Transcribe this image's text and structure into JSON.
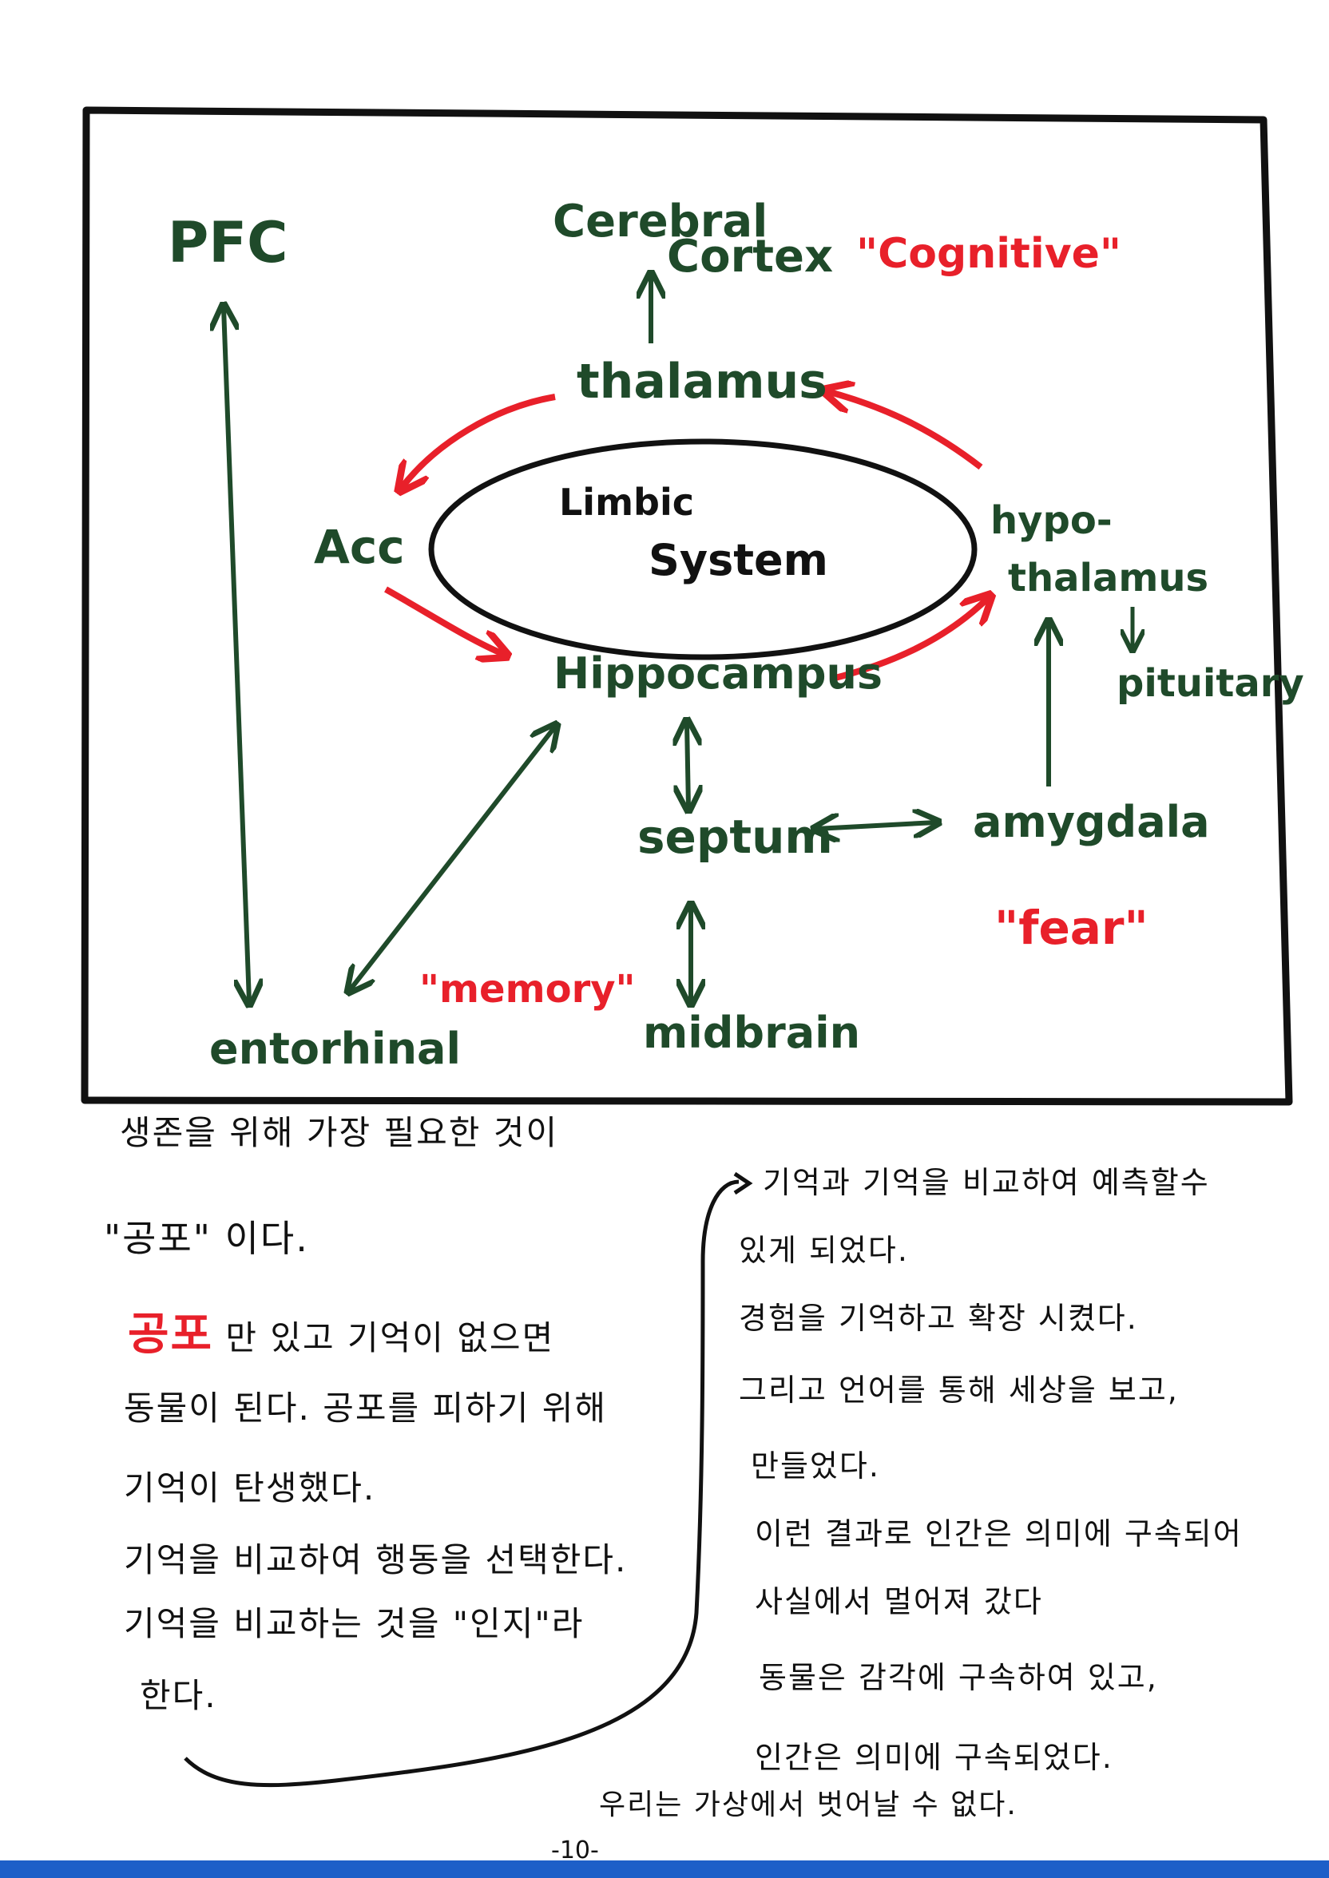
{
  "diagram": {
    "nodes": {
      "pfc": "PFC",
      "cerebral": "Cerebral",
      "cortex": "Cortex",
      "thalamus": "thalamus",
      "acc": "Acc",
      "limbic": "Limbic",
      "system": "System",
      "hypo": "hypo-",
      "hypothalamus": "thalamus",
      "pituitary": "pituitary",
      "hippocampus": "Hippocampus",
      "septum": "septum",
      "amygdala": "amygdala",
      "entorhinal": "entorhinal",
      "midbrain": "midbrain"
    },
    "annotations": {
      "cognitive": "\"Cognitive\"",
      "memory": "\"memory\"",
      "fear": "\"fear\""
    },
    "colors": {
      "node": "#1f4a2a",
      "accent": "#e8202a",
      "frame": "#111111"
    }
  },
  "notes": {
    "left": [
      "생존을 위해 가장 필요한 것이",
      "\"공포\" 이다.",
      {
        "hl": "공포",
        "rest": " 만 있고 기억이 없으면"
      },
      "동물이 된다. 공포를 피하기 위해",
      "기억이 탄생했다.",
      "기억을 비교하여 행동을 선택한다.",
      "기억을 비교하는 것을 \"인지\"라",
      "한다."
    ],
    "right": [
      "기억과 기억을 비교하여 예측할수",
      "있게 되었다.",
      "경험을 기억하고 확장 시켰다.",
      "그리고 언어를 통해 세상을 보고,",
      "만들었다.",
      "이런 결과로 인간은 의미에 구속되어",
      "사실에서 멀어져 갔다",
      "동물은 감각에 구속하여 있고,",
      "인간은 의미에 구속되었다."
    ],
    "footer": "우리는 가상에서 벗어날 수 없다.",
    "page_number": "-10-"
  }
}
